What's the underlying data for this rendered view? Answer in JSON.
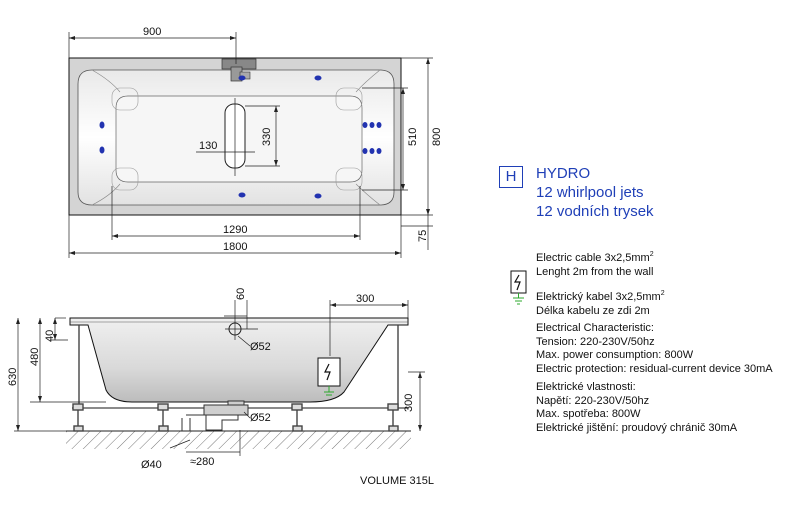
{
  "dims": {
    "top_900": "900",
    "top_510": "510",
    "top_800": "800",
    "top_330": "330",
    "top_130": "130",
    "top_1290": "1290",
    "top_1800": "1800",
    "top_75": "75",
    "side_60": "60",
    "side_300_top": "300",
    "side_40": "40",
    "side_480": "480",
    "side_630": "630",
    "side_phi52_a": "Ø52",
    "side_phi52_b": "Ø52",
    "side_300_right": "300",
    "side_phi40": "Ø40",
    "side_280": "≈280"
  },
  "volume": "VOLUME 315L",
  "hydro": {
    "badge": "H",
    "line1": "HYDRO",
    "line2": "12 whirlpool jets",
    "line3": "12 vodních trysek"
  },
  "cable": {
    "en_1": "Electric cable 3x2,5mm",
    "en_1_sup": "2",
    "en_2": "Lenght 2m from the wall",
    "cz_1": "Elektrický kabel 3x2,5mm",
    "cz_1_sup": "2",
    "cz_2": "Délka kabelu ze zdi 2m"
  },
  "electrical_en": {
    "title": "Electrical Characteristic:",
    "tension": "Tension: 220-230V/50hz",
    "power": "Max. power consumption: 800W",
    "protection": "Electric protection: residual-current device 30mA"
  },
  "electrical_cz": {
    "title": "Elektrické vlastnosti:",
    "tension": "Napětí: 220-230V/50hz",
    "power": "Max. spotřeba: 800W",
    "protection": "Elektrické jištění: proudový chránič 30mA"
  },
  "colors": {
    "jet": "#2233b0",
    "accent": "#1f3fb7",
    "ground": "#2ca82c"
  }
}
